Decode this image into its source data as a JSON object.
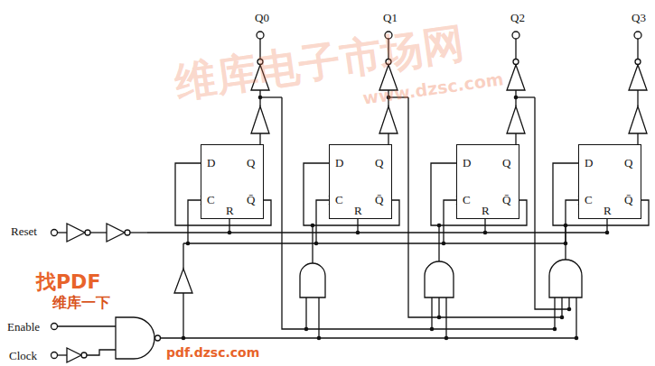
{
  "diagram": {
    "nodes": [
      {
        "text": [
          "D",
          "C",
          "R",
          "Q",
          "Q̄"
        ]
      },
      {
        "text": [
          "D",
          "C",
          "R",
          "Q",
          "Q̄"
        ]
      },
      {
        "text": [
          "D",
          "C",
          "R",
          "Q",
          "Q̄"
        ]
      },
      {
        "text": [
          "D",
          "C",
          "R",
          "Q",
          "Q̄"
        ]
      }
    ],
    "labels": [
      "Q0",
      "Q1",
      "Q2",
      "Q3",
      "Reset",
      "Enable",
      "Clock",
      "维库电子市场网",
      "www.dzsc.com",
      "找PDF",
      "维库一下",
      "pdf.dzsc.com"
    ]
  }
}
